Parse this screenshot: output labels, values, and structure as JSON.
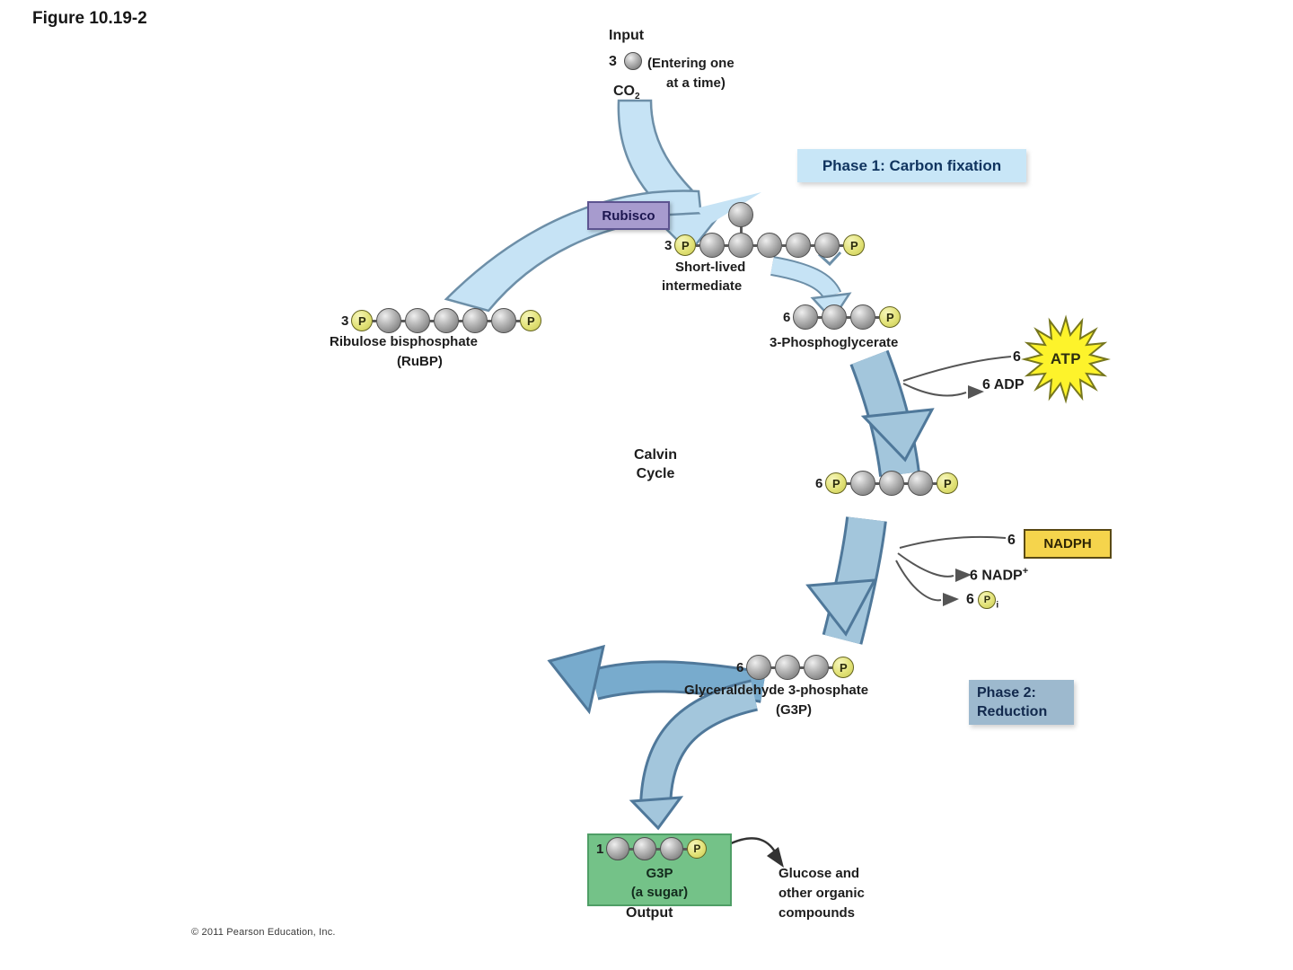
{
  "figure_label": "Figure 10.19-2",
  "copyright": "© 2011 Pearson Education, Inc.",
  "input": {
    "title": "Input",
    "count": "3",
    "note1": "(Entering one",
    "note2": "at a time)",
    "co2": "CO",
    "co2_sub": "2"
  },
  "phase1": {
    "label": "Phase 1: Carbon fixation"
  },
  "phase2": {
    "line1": "Phase 2:",
    "line2": "Reduction"
  },
  "rubisco": {
    "label": "Rubisco"
  },
  "calvin": {
    "line1": "Calvin",
    "line2": "Cycle"
  },
  "short_lived": {
    "line1": "Short-lived",
    "line2": "intermediate"
  },
  "rubp": {
    "line1": "Ribulose bisphosphate",
    "line2": "(RuBP)"
  },
  "pga3": {
    "label": "3-Phosphoglycerate"
  },
  "atp": {
    "count": "6",
    "label": "ATP"
  },
  "adp": {
    "label": "6 ADP"
  },
  "nadph": {
    "count": "6",
    "label": "NADPH"
  },
  "nadp": {
    "label": "6 NADP",
    "sup": "+"
  },
  "pi": {
    "count": "6",
    "sub": "i"
  },
  "g3p": {
    "line1": "Glyceraldehyde 3-phosphate",
    "line2": "(G3P)"
  },
  "output_box": {
    "name": "G3P",
    "sub": "(a sugar)",
    "output": "Output"
  },
  "glucose": {
    "line1": "Glucose and",
    "line2": "other organic",
    "line3": "compounds"
  },
  "molecule_symbols": {
    "phosphate": "P"
  },
  "molecules": {
    "short": {
      "prefix": "3",
      "units": [
        "P",
        "C",
        "C",
        "C",
        "C",
        "C",
        "P"
      ],
      "branch_index": 2
    },
    "rubp": {
      "prefix": "3",
      "units": [
        "P",
        "C",
        "C",
        "C",
        "C",
        "C",
        "P"
      ]
    },
    "pga3": {
      "prefix": "6",
      "units": [
        "C",
        "C",
        "C",
        "P"
      ]
    },
    "bpg": {
      "prefix": "6",
      "units": [
        "P",
        "C",
        "C",
        "C",
        "P"
      ]
    },
    "g3p": {
      "prefix": "6",
      "units": [
        "C",
        "C",
        "C",
        "P"
      ]
    },
    "out": {
      "prefix": "1",
      "units": [
        "C",
        "C",
        "C",
        "P"
      ]
    }
  },
  "colors": {
    "text": "#1d1d1d",
    "phase1_bg": "#c8e6f7",
    "phase1_text": "#10345f",
    "phase2_bg": "#9db9ce",
    "phase2_text": "#12294d",
    "rubisco_bg": "#a79bce",
    "rubisco_border": "#5d5490",
    "rubisco_text": "#1c1650",
    "nadph_bg": "#f5d44c",
    "nadph_border": "#5a4a14",
    "nadph_text": "#2e2504",
    "atp_fill": "#fdf32b",
    "atp_border": "#77771e",
    "atp_text": "#2e2e10",
    "green_bg": "#74c288",
    "green_border": "#4f9e66",
    "arrow_light": "#c6e3f5",
    "arrow_light_border": "#6d8fa8",
    "arrow_steel": "#a3c6dc",
    "arrow_steel_dark": "#4f789a",
    "arrow_steel2": "#78abcd",
    "p_border": "#63631f",
    "line": "#555555"
  }
}
